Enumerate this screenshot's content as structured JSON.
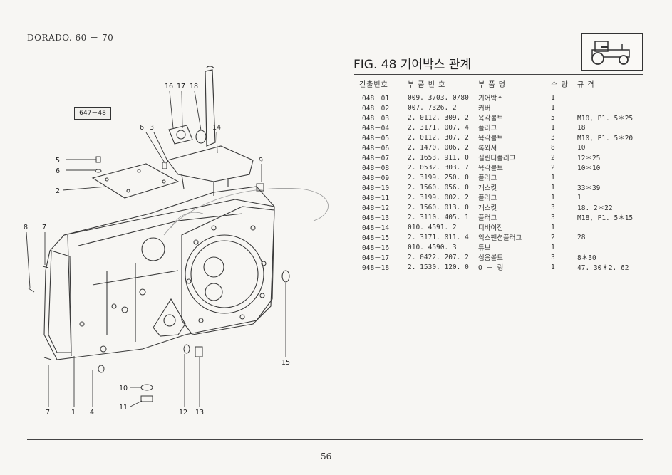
{
  "header": {
    "model": "DORADO. 60 － 70"
  },
  "figure": {
    "title": "FIG. 48 기어박스 관계",
    "ref_code": "647－48"
  },
  "table": {
    "headers": [
      "건출번호",
      "부 품 번 호",
      "부 품 명",
      "수 량",
      "규 격"
    ],
    "rows": [
      [
        "048－01",
        "009. 3703. 0/80",
        "기어박스",
        "1",
        ""
      ],
      [
        "048－02",
        "007. 7326. 2",
        "커버",
        "1",
        ""
      ],
      [
        "048－03",
        "2. 0112. 309. 2",
        "육각볼트",
        "5",
        "M10, P1. 5＊25"
      ],
      [
        "048－04",
        "2. 3171. 007. 4",
        "플러그",
        "1",
        "18"
      ],
      [
        "048－05",
        "2. 0112. 307. 2",
        "육각볼트",
        "3",
        "M10, P1. 5＊20"
      ],
      [
        "048－06",
        "2. 1470. 006. 2",
        "록와셔",
        "8",
        "10"
      ],
      [
        "048－07",
        "2. 1653. 911. 0",
        "실린더플러그",
        "2",
        "12＊25"
      ],
      [
        "048－08",
        "2. 0532. 303. 7",
        "육각볼트",
        "2",
        "10＊10"
      ],
      [
        "048－09",
        "2. 3199. 250. 0",
        "플러그",
        "1",
        ""
      ],
      [
        "048－10",
        "2. 1560. 056. 0",
        "개스킷",
        "1",
        "33＊39"
      ],
      [
        "048－11",
        "2. 3199. 002. 2",
        "플러그",
        "1",
        "1"
      ],
      [
        "048－12",
        "2. 1560. 013. 0",
        "개스킷",
        "3",
        "18. 2＊22"
      ],
      [
        "048－13",
        "2. 3110. 405. 1",
        "플러그",
        "3",
        "M18, P1. 5＊15"
      ],
      [
        "048－14",
        "010. 4591. 2",
        "디바이전",
        "1",
        ""
      ],
      [
        "048－15",
        "2. 3171. 011. 4",
        "익스팬션플러그",
        "2",
        "28"
      ],
      [
        "048－16",
        "010. 4590. 3",
        "튜브",
        "1",
        ""
      ],
      [
        "048－17",
        "2. 0422. 207. 2",
        "심음볼트",
        "3",
        "8＊30"
      ],
      [
        "048－18",
        "2. 1530. 120. 0",
        "O － 링",
        "1",
        "47. 30＊2. 62"
      ]
    ]
  },
  "callouts": {
    "c16": "16",
    "c17": "17",
    "c18": "18",
    "c14": "14",
    "c6": "6",
    "c3": "3",
    "c5": "5",
    "c6b": "6",
    "c2": "2",
    "c9": "9",
    "c8": "8",
    "c7": "7",
    "c15": "15",
    "c7b": "7",
    "c1": "1",
    "c4": "4",
    "c10": "10",
    "c11": "11",
    "c12": "12",
    "c13": "13"
  },
  "footer": {
    "page_number": "56"
  }
}
